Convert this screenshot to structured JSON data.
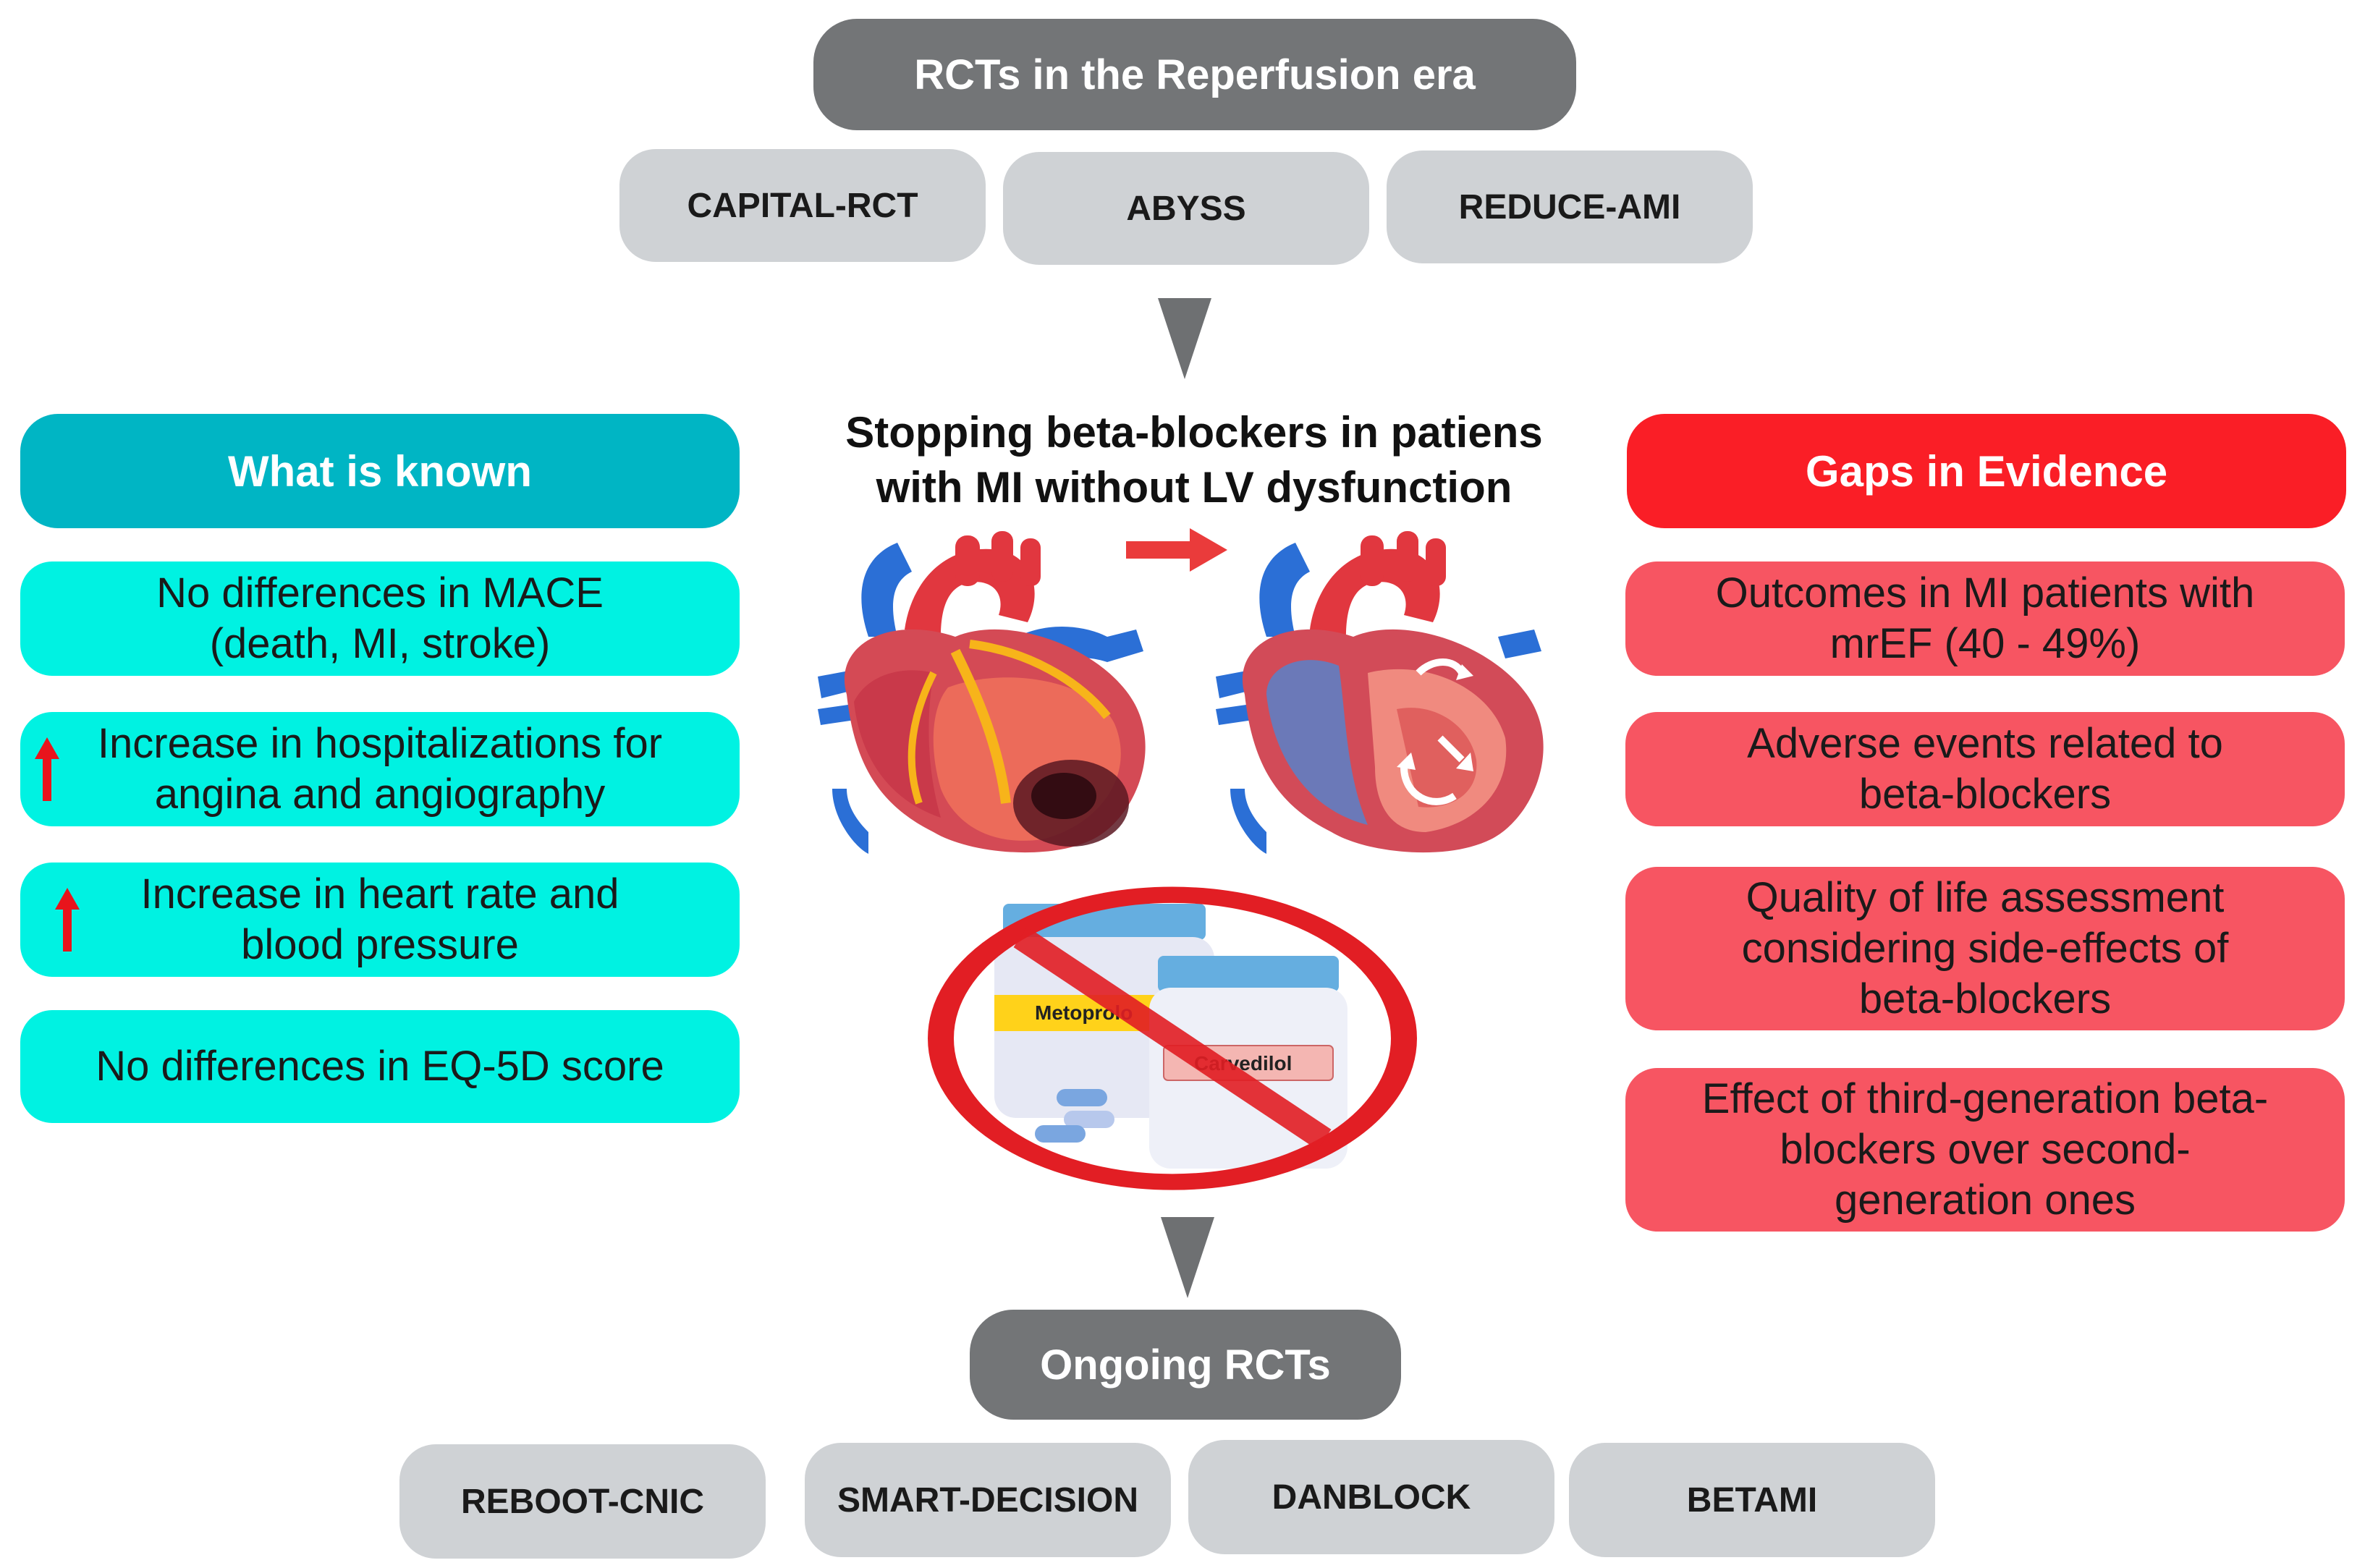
{
  "top": {
    "title": "RCTs in the Reperfusion era",
    "trials": [
      "CAPITAL-RCT",
      "ABYSS",
      "REDUCE-AMI"
    ]
  },
  "center": {
    "title_line1": "Stopping beta-blockers in patiens",
    "title_line2": "with MI without LV dysfunction",
    "bottle1_label": "Metoprolo",
    "bottle2_label": "Carvedilol"
  },
  "known": {
    "header": "What is known",
    "items": [
      {
        "line1": "No differences in MACE",
        "line2": "(death, MI, stroke)"
      },
      {
        "line1": "Increase in hospitalizations for",
        "line2": "angina and angiography"
      },
      {
        "line1": "Increase in heart rate and",
        "line2": "blood pressure"
      },
      {
        "line1": "No differences in EQ-5D score",
        "line2": ""
      }
    ]
  },
  "gaps": {
    "header": "Gaps in Evidence",
    "items": [
      {
        "line1": "Outcomes in MI patients with",
        "line2": "mrEF (40 - 49%)",
        "line3": ""
      },
      {
        "line1": "Adverse events related to",
        "line2": "beta-blockers",
        "line3": ""
      },
      {
        "line1": "Quality of life assessment",
        "line2": "considering side-effects of",
        "line3": "beta-blockers"
      },
      {
        "line1": "Effect of third-generation beta-",
        "line2": "blockers over second-",
        "line3": "generation ones"
      }
    ]
  },
  "bottom": {
    "title": "Ongoing RCTs",
    "trials": [
      "REBOOT-CNIC",
      "SMART-DECISION",
      "DANBLOCK",
      "BETAMI"
    ]
  },
  "colors": {
    "dark_gray": "#737577",
    "light_gray": "#cfd2d5",
    "teal": "#00b5c4",
    "cyan": "#00f2e2",
    "red": "#fa1e26",
    "salmon": "#f75562"
  }
}
